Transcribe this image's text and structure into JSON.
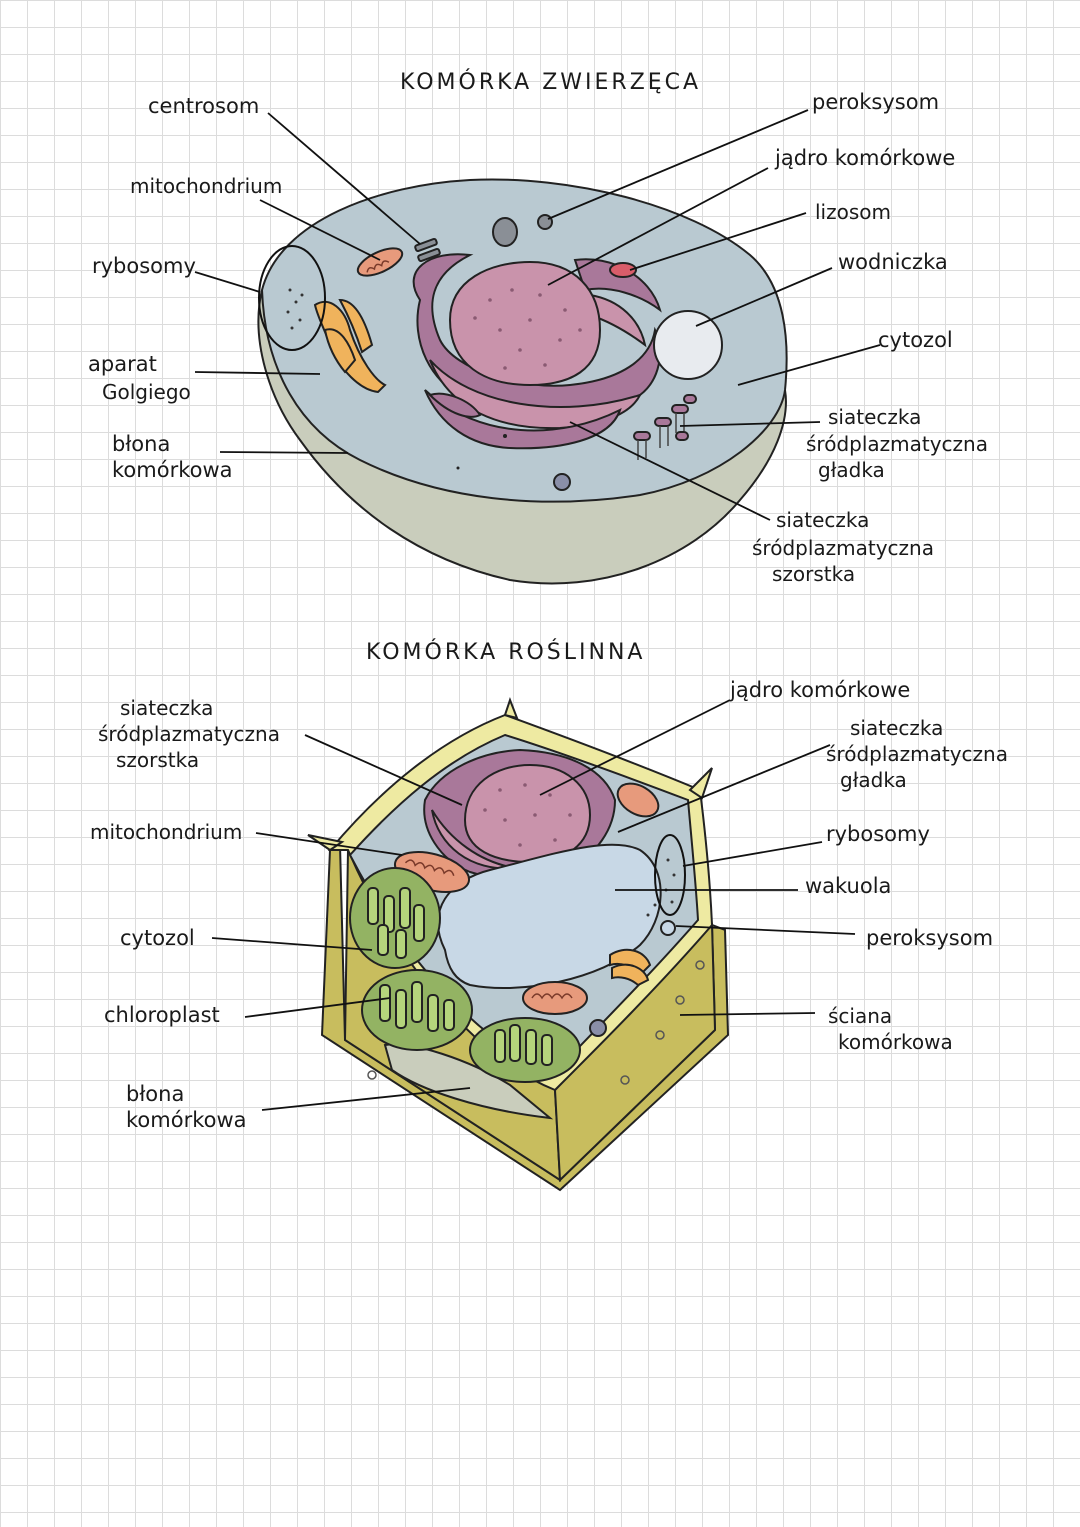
{
  "animal": {
    "title": "KOMÓRKA ZWIERZĘCA",
    "labels": {
      "centrosom": "centrosom",
      "mitochondrium": "mitochondrium",
      "rybosomy": "rybosomy",
      "golgi_1": "aparat",
      "golgi_2": "Golgiego",
      "blona_1": "błona",
      "blona_2": "komórkowa",
      "peroksysom": "peroksysom",
      "jadro": "jądro komórkowe",
      "lizosom": "lizosom",
      "wodniczka": "wodniczka",
      "cytozol": "cytozol",
      "ser_1": "siateczka",
      "ser_2": "śródplazmatyczna",
      "ser_3": "gładka",
      "rer_1": "siateczka",
      "rer_2": "śródplazmatyczna",
      "rer_3": "szorstka"
    }
  },
  "plant": {
    "title": "KOMÓRKA ROŚLINNA",
    "labels": {
      "rer_1": "siateczka",
      "rer_2": "śródplazmatyczna",
      "rer_3": "szorstka",
      "mitochondrium": "mitochondrium",
      "cytozol": "cytozol",
      "chloroplast": "chloroplast",
      "blona_1": "błona",
      "blona_2": "komórkowa",
      "jadro": "jądro komórkowe",
      "ser_1": "siateczka",
      "ser_2": "śródplazmatyczna",
      "ser_3": "gładka",
      "rybosomy": "rybosomy",
      "wakuola": "wakuola",
      "peroksysom": "peroksysom",
      "sciana_1": "ściana",
      "sciana_2": "komórkowa"
    }
  },
  "colors": {
    "cytosol": "#b9c9d1",
    "membrane_side": "#c9cdbc",
    "nucleus": "#c993ab",
    "er": "#a9789a",
    "golgi": "#f0b35c",
    "mito": "#e79a7c",
    "vacuole": "#c8d8e6",
    "lysosome": "#d95d6a",
    "chloroplast": "#93b363",
    "cell_wall": "#c8bd5e",
    "wall_light": "#eeeaa2"
  }
}
